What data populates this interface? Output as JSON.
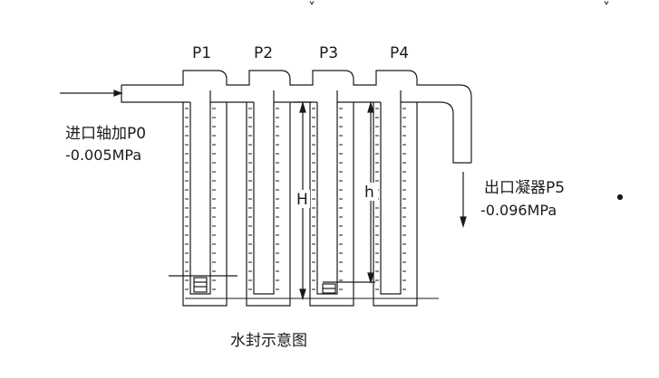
{
  "diagram": {
    "top_marks": [
      "˅",
      "˅"
    ],
    "pipes": [
      {
        "label": "P1"
      },
      {
        "label": "P2"
      },
      {
        "label": "P3"
      },
      {
        "label": "P4"
      }
    ],
    "inlet": {
      "label": "进口轴加P0",
      "pressure": "-0.005MPa"
    },
    "outlet": {
      "label": "出口凝器P5",
      "pressure": "-0.096MPa"
    },
    "height_labels": {
      "H": "H",
      "h": "h"
    },
    "caption": "水封示意图",
    "colors": {
      "line": "#1a1a1a",
      "background": "#ffffff"
    }
  }
}
